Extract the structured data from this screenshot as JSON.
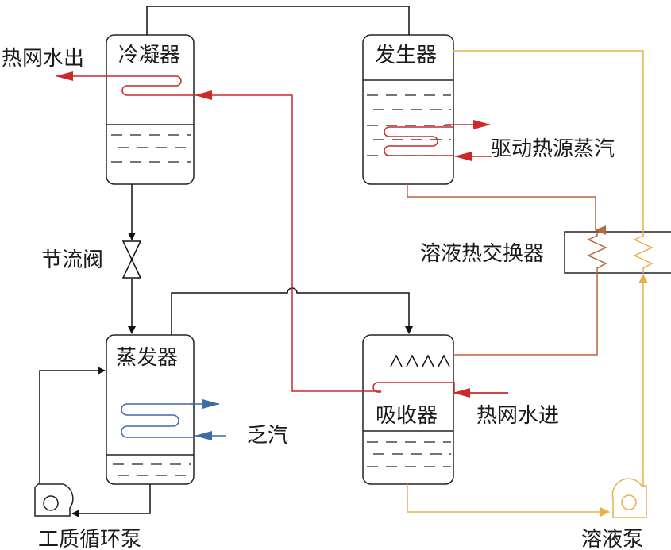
{
  "labels": {
    "heat_net_water_out": "热网水出",
    "condenser": "冷凝器",
    "generator": "发生器",
    "drive_heat_steam": "驱动热源蒸汽",
    "throttle_valve": "节流阀",
    "solution_heat_exchanger": "溶液热交换器",
    "evaporator": "蒸发器",
    "absorber": "吸收器",
    "heat_net_water_in": "热网水进",
    "exhaust_steam": "乏汽",
    "working_fluid_pump": "工质循环泵",
    "solution_pump": "溶液泵"
  },
  "colors": {
    "heat_network_water": "#cc2a2a",
    "strong_solution": "#b8673a",
    "weak_solution": "#e6b04a",
    "exhaust_steam": "#3f6aa8",
    "refrigerant": "#111111"
  }
}
